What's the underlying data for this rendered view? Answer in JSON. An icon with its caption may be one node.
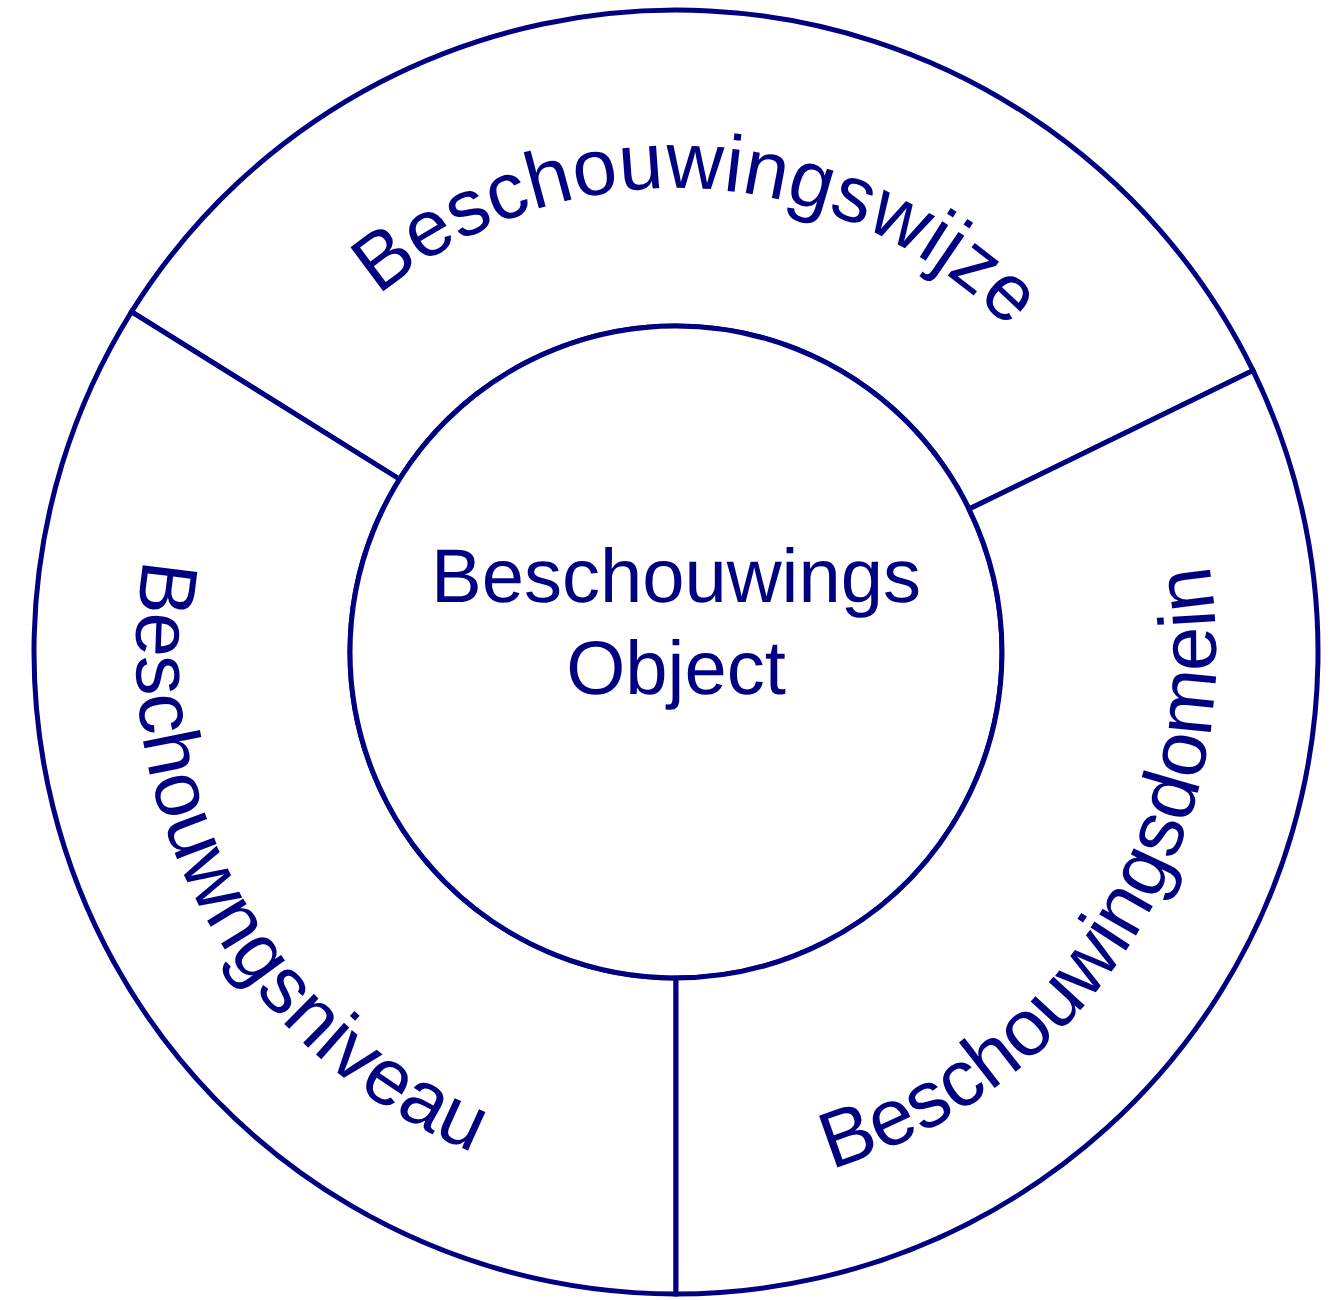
{
  "diagram": {
    "nodes": [
      {
        "text": [
          "Beschouwingswijze"
        ]
      },
      {
        "text": [
          "Beschouwngsniveau"
        ]
      },
      {
        "text": [
          "Beschouwings Object"
        ]
      },
      {
        "text": [
          "Beschouwingsdomein"
        ]
      }
    ]
  }
}
